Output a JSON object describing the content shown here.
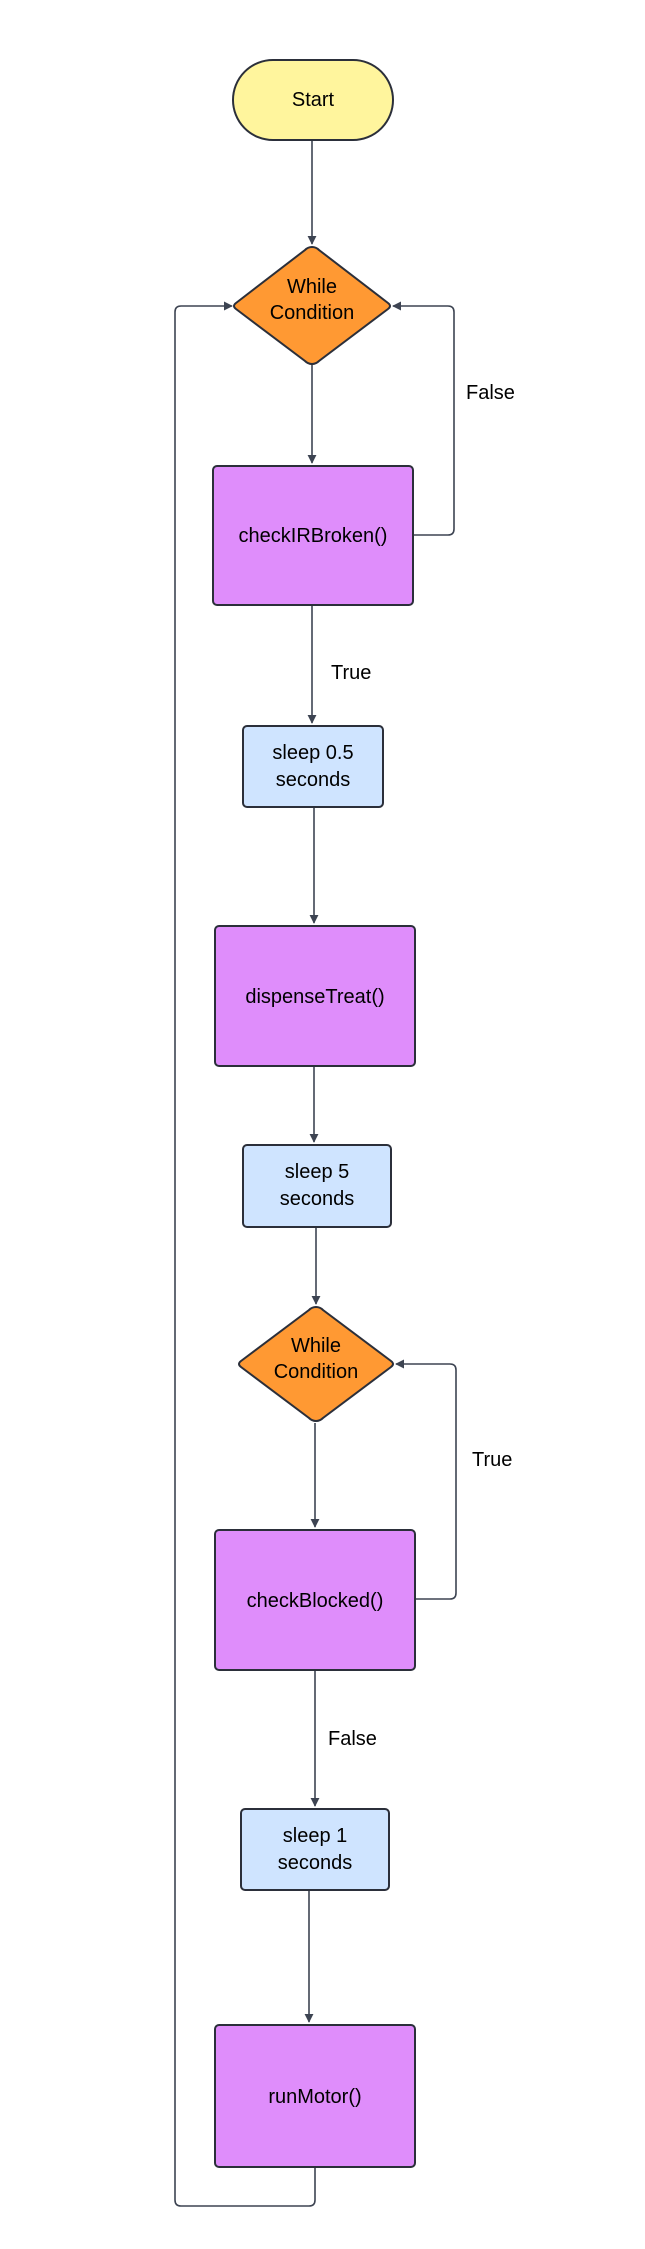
{
  "colors": {
    "terminator": "#fff59d",
    "decision": "#ff9933",
    "process": "#df8dfb",
    "delay": "#cfe4ff",
    "edge": "#3d4452",
    "outline": "#2b2f3a"
  },
  "nodes": {
    "start": {
      "lines": [
        "Start"
      ]
    },
    "while1": {
      "lines": [
        "While",
        "Condition"
      ]
    },
    "check_ir": {
      "lines": [
        "checkIRBroken()"
      ]
    },
    "sleep_05": {
      "lines": [
        "sleep 0.5",
        "seconds"
      ]
    },
    "dispense": {
      "lines": [
        "dispenseTreat()"
      ]
    },
    "sleep_5": {
      "lines": [
        "sleep 5",
        "seconds"
      ]
    },
    "while2": {
      "lines": [
        "While",
        "Condition"
      ]
    },
    "check_blocked": {
      "lines": [
        "checkBlocked()"
      ]
    },
    "sleep_1": {
      "lines": [
        "sleep 1",
        "seconds"
      ]
    },
    "run_motor": {
      "lines": [
        "runMotor()"
      ]
    }
  },
  "edges": {
    "check_ir_false": "False",
    "check_ir_true": "True",
    "check_blocked_true": "True",
    "check_blocked_false": "False"
  }
}
